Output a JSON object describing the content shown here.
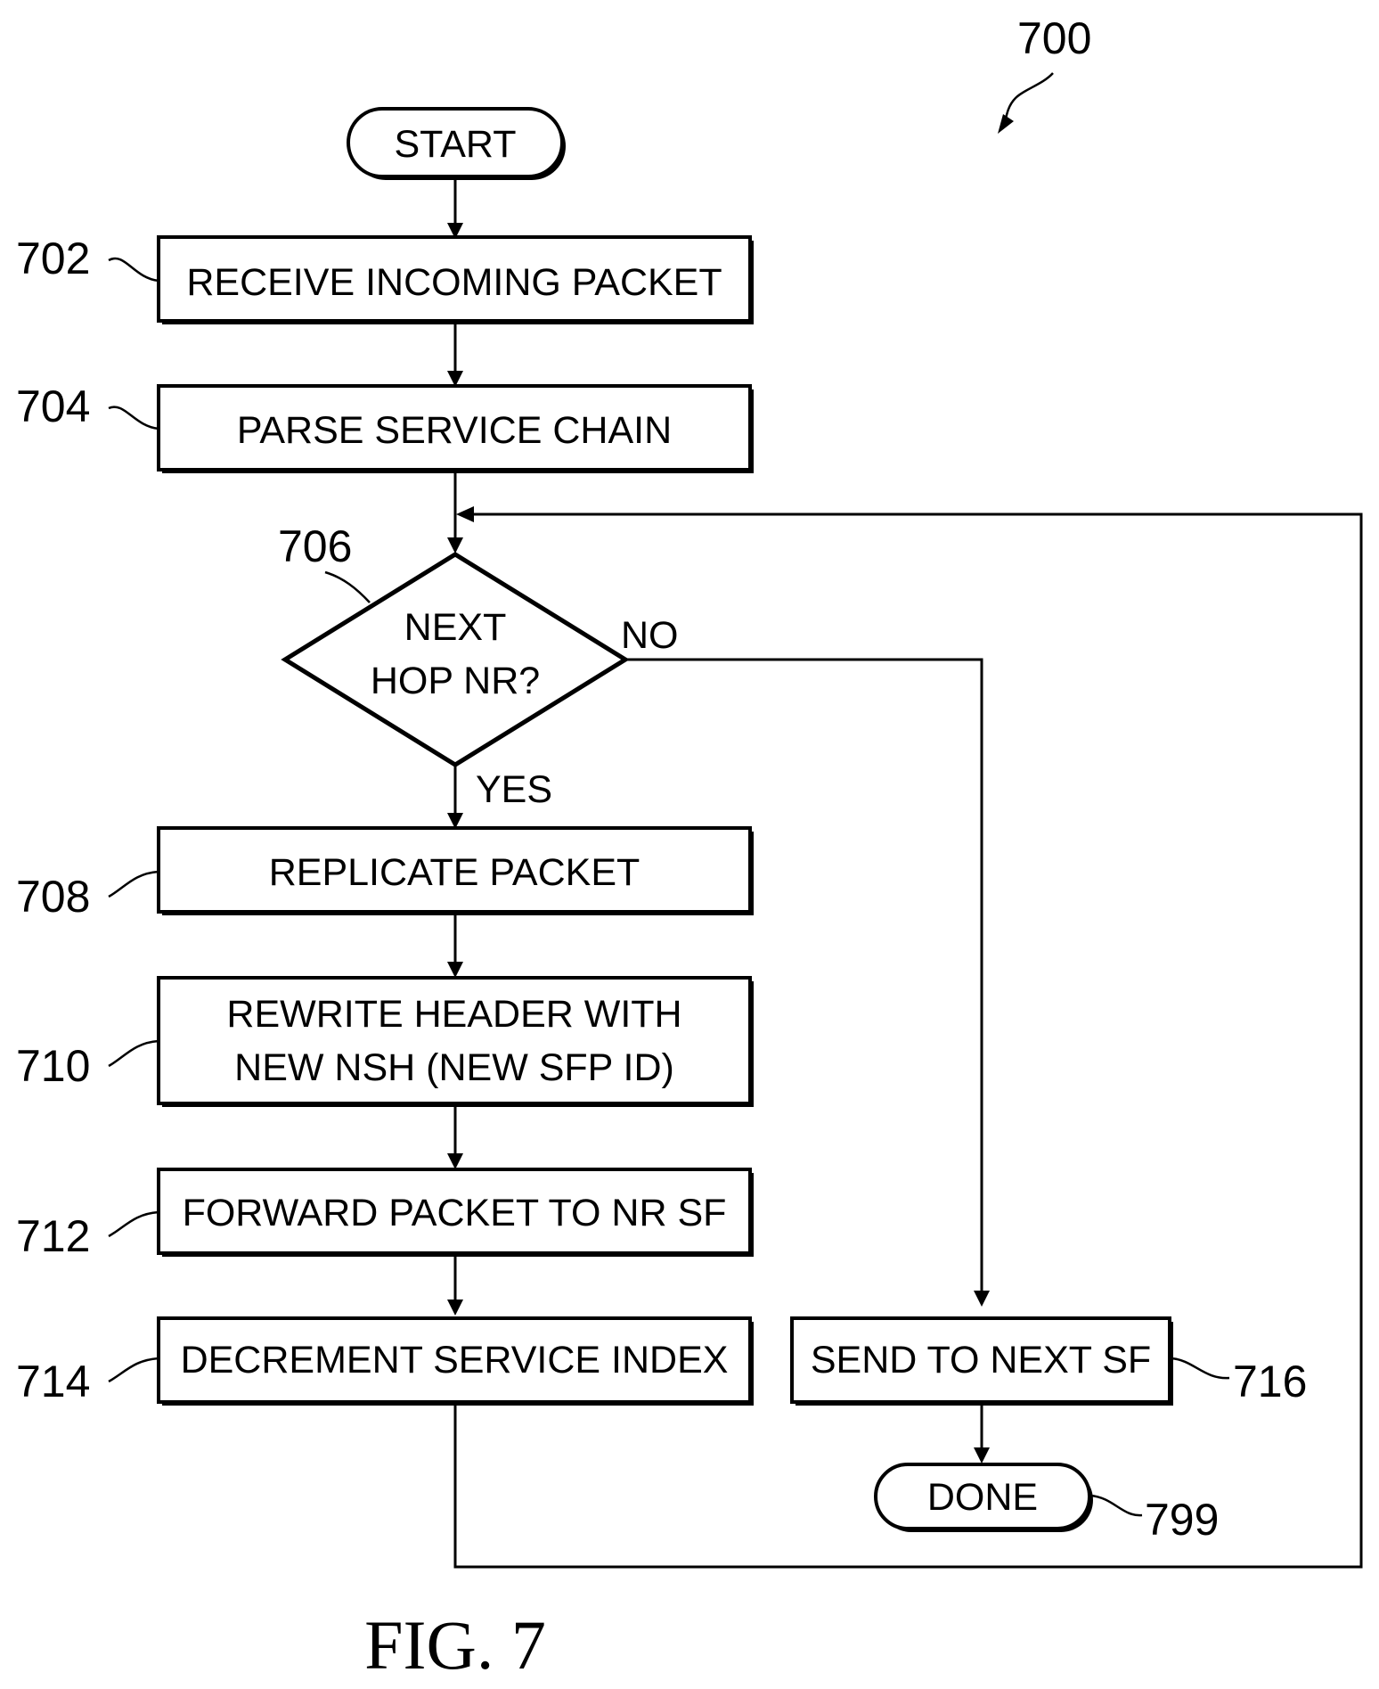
{
  "figure": {
    "number": "700",
    "caption": "FIG. 7"
  },
  "nodes": {
    "start": {
      "label": "START"
    },
    "step_702": {
      "ref": "702",
      "label": "RECEIVE INCOMING PACKET"
    },
    "step_704": {
      "ref": "704",
      "label": "PARSE SERVICE CHAIN"
    },
    "decision_706": {
      "ref": "706",
      "line1": "NEXT",
      "line2": "HOP NR?"
    },
    "step_708": {
      "ref": "708",
      "label": "REPLICATE PACKET"
    },
    "step_710": {
      "ref": "710",
      "line1": "REWRITE HEADER WITH",
      "line2": "NEW NSH (NEW SFP ID)"
    },
    "step_712": {
      "ref": "712",
      "label": "FORWARD PACKET TO NR SF"
    },
    "step_714": {
      "ref": "714",
      "label": "DECREMENT SERVICE INDEX"
    },
    "step_716": {
      "ref": "716",
      "label": "SEND TO NEXT SF"
    },
    "done_799": {
      "ref": "799",
      "label": "DONE"
    }
  },
  "branches": {
    "yes": "YES",
    "no": "NO"
  }
}
